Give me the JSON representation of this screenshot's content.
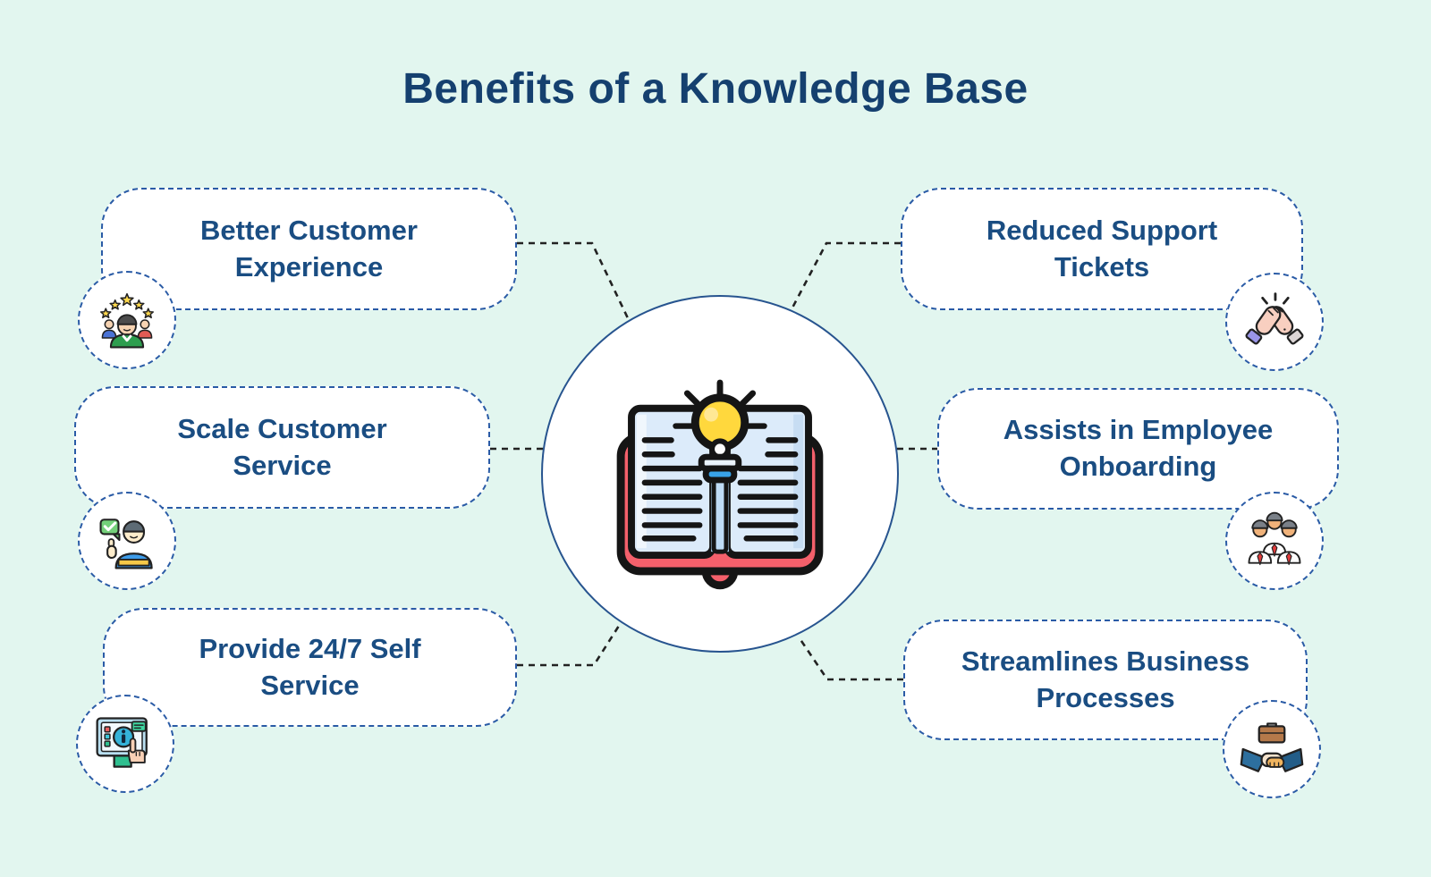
{
  "title": "Benefits of a Knowledge Base",
  "colors": {
    "background": "#e2f6ef",
    "card-bg": "#ffffff",
    "dashed-border": "#2a5ba6",
    "title-color": "#15406f",
    "label-color": "#1a4d82",
    "connector-color": "#222222"
  },
  "center": {
    "icon": "open-book-lightbulb-icon"
  },
  "benefits": [
    {
      "label": "Better Customer Experience",
      "icon": "customer-rating-icon",
      "side": "left"
    },
    {
      "label": "Scale Customer Service",
      "icon": "support-agent-icon",
      "side": "left"
    },
    {
      "label": "Provide 24/7 Self Service",
      "icon": "self-service-screen-icon",
      "side": "left"
    },
    {
      "label": "Reduced Support Tickets",
      "icon": "high-five-icon",
      "side": "right"
    },
    {
      "label": "Assists in Employee Onboarding",
      "icon": "employees-icon",
      "side": "right"
    },
    {
      "label": "Streamlines Business Processes",
      "icon": "handshake-icon",
      "side": "right"
    }
  ]
}
